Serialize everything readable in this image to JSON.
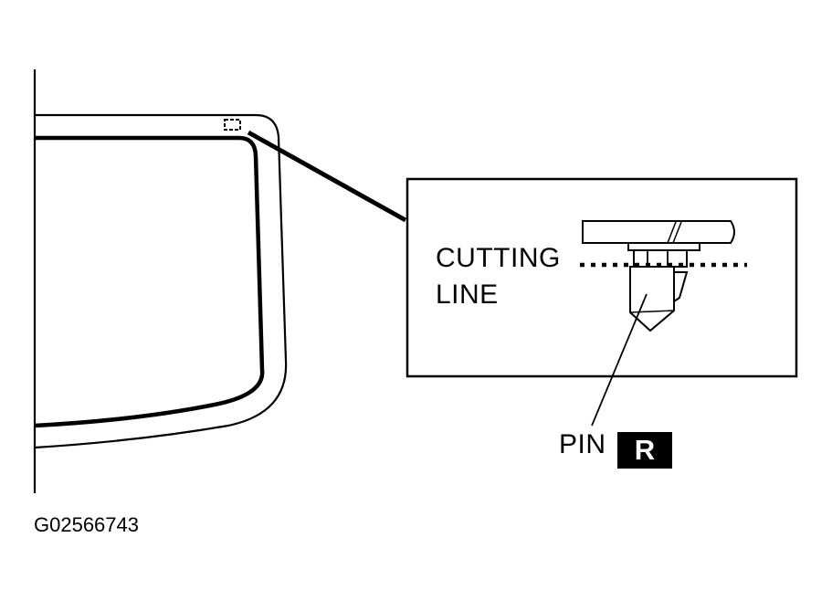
{
  "labels": {
    "cutting": "CUTTING",
    "line": "LINE",
    "pin": "PIN",
    "badge": "R"
  },
  "figure_id": "G02566743",
  "colors": {
    "ink": "#000000",
    "paper": "#ffffff"
  }
}
